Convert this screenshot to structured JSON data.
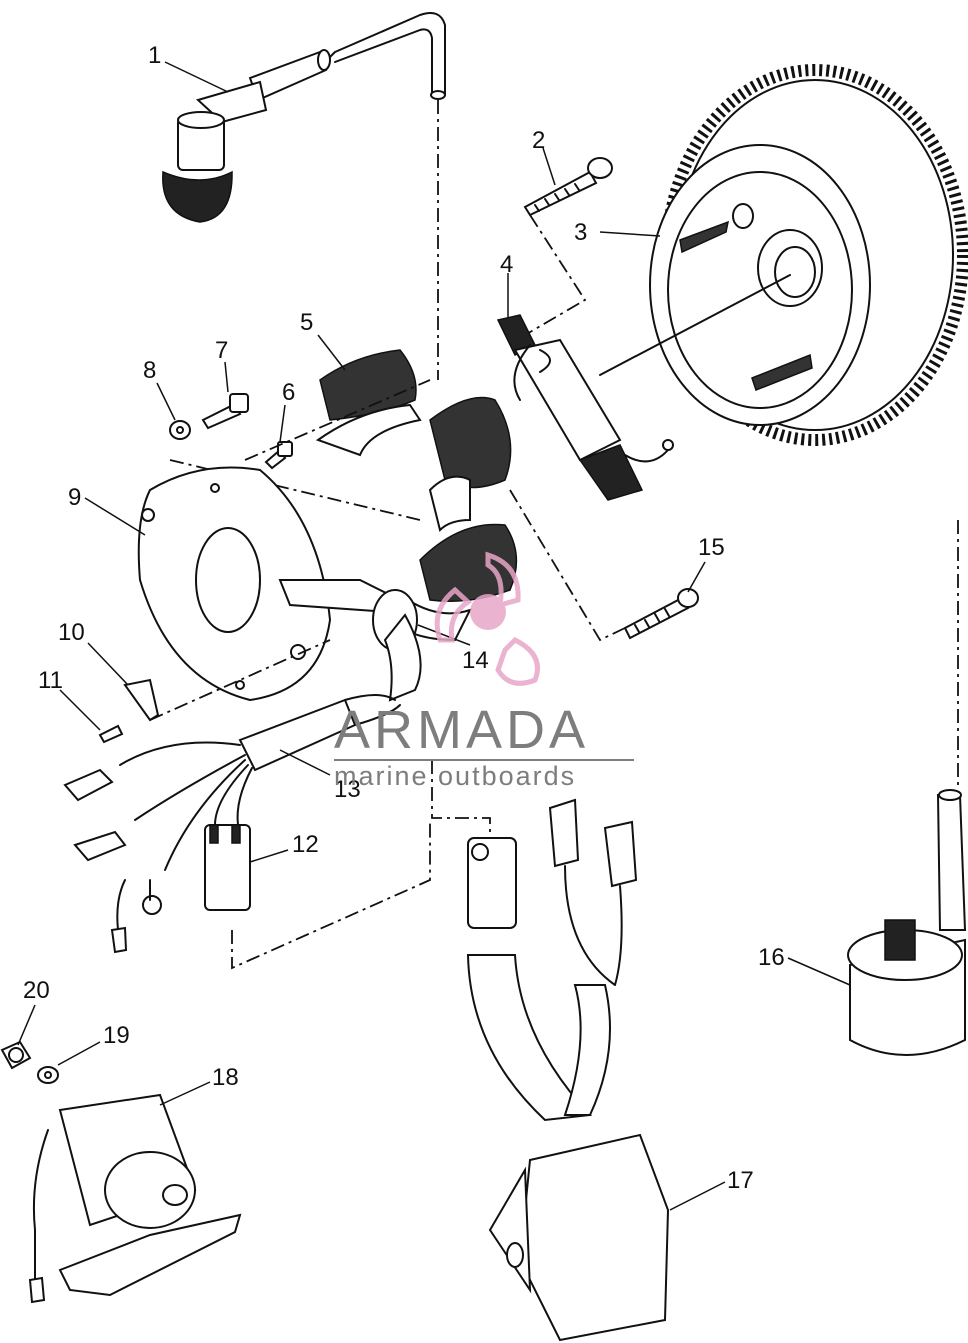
{
  "callouts": [
    "1",
    "2",
    "3",
    "4",
    "5",
    "6",
    "7",
    "8",
    "9",
    "10",
    "11",
    "12",
    "13",
    "14",
    "15",
    "16",
    "17",
    "18",
    "19",
    "20"
  ],
  "watermark": {
    "brand": "ARMADA",
    "tagline": "marine outboards",
    "logo_color": "#e7a6c8",
    "text_color": "#7d7d7d"
  }
}
